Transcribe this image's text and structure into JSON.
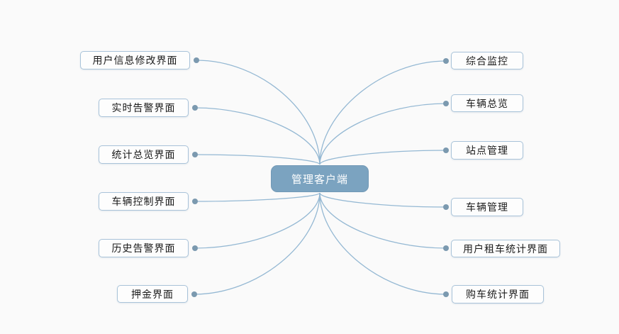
{
  "diagram": {
    "center": {
      "label": "管理客户端"
    },
    "left_nodes": [
      {
        "label": "用户信息修改界面"
      },
      {
        "label": "实时告警界面"
      },
      {
        "label": "统计总览界面"
      },
      {
        "label": "车辆控制界面"
      },
      {
        "label": "历史告警界面"
      },
      {
        "label": "押金界面"
      }
    ],
    "right_nodes": [
      {
        "label": "综合监控"
      },
      {
        "label": "车辆总览"
      },
      {
        "label": "站点管理"
      },
      {
        "label": "车辆管理"
      },
      {
        "label": "用户租车统计界面"
      },
      {
        "label": "购车统计界面"
      }
    ],
    "colors": {
      "background": "#fafafa",
      "center_fill": "#7ba3c0",
      "center_edge": "#7299b6",
      "center_text": "#ffffff",
      "node_fill": "#fdfdfd",
      "node_border": "#a9c3d9",
      "node_text": "#1b1b1b",
      "connector_line": "#94b8d3",
      "connector_dot": "#7b99af"
    }
  }
}
